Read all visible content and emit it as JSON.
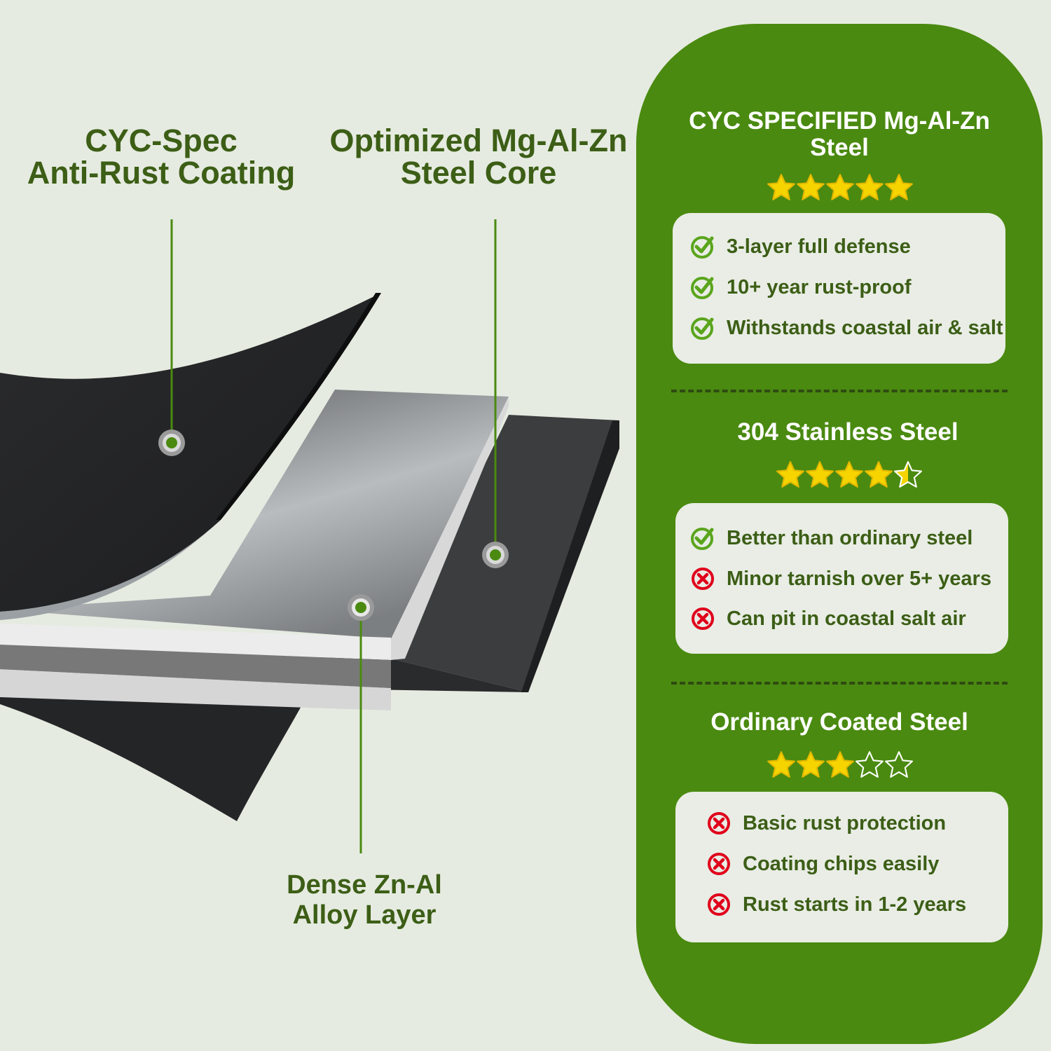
{
  "labels": {
    "coating": [
      "CYC-Spec",
      "Anti-Rust Coating"
    ],
    "core": [
      "Optimized Mg-Al-Zn",
      "Steel Core"
    ],
    "alloy": [
      "Dense Zn-Al",
      "Alloy Layer"
    ]
  },
  "colors": {
    "panel": "#4a8a10",
    "label": "#3c5e16",
    "star": "#f5d400",
    "check": "#5aa51c",
    "cross": "#e0001b",
    "background": "#e6ebe1"
  },
  "comparison": [
    {
      "title": [
        "CYC SPECIFIED Mg-Al-Zn",
        "Steel"
      ],
      "rating": 5,
      "items": [
        {
          "icon": "check-icon",
          "text": "3-layer full defense"
        },
        {
          "icon": "check-icon",
          "text": "10+ year rust-proof"
        },
        {
          "icon": "check-icon",
          "text": "Withstands coastal air & salt"
        }
      ]
    },
    {
      "title": [
        "304 Stainless Steel"
      ],
      "rating": 4.5,
      "items": [
        {
          "icon": "check-icon",
          "text": "Better than ordinary steel"
        },
        {
          "icon": "cross-icon",
          "text": "Minor tarnish over 5+ years"
        },
        {
          "icon": "cross-icon",
          "text": "Can pit in coastal salt air"
        }
      ]
    },
    {
      "title": [
        "Ordinary Coated Steel"
      ],
      "rating": 3,
      "items": [
        {
          "icon": "cross-icon",
          "text": "Basic rust protection"
        },
        {
          "icon": "cross-icon",
          "text": "Coating chips easily"
        },
        {
          "icon": "cross-icon",
          "text": "Rust starts in 1-2 years"
        }
      ]
    }
  ]
}
